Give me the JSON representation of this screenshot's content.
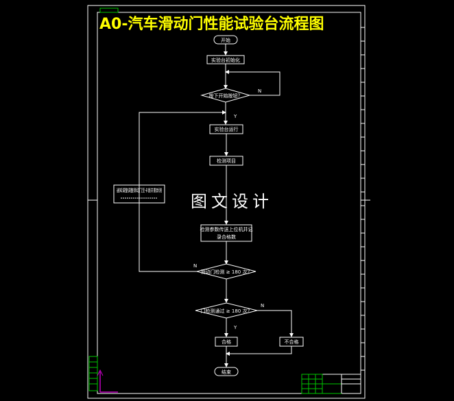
{
  "title": "A0-汽车滑动门性能试验台流程图",
  "watermark": "图文设计",
  "nodes": {
    "start": "开始",
    "init": "实验台初始化",
    "decision1": "按下开始按钮？",
    "run": "实验台运行",
    "test_items": "检测项目",
    "side_box": "通知调整调整滑动门至卡锁并重新测",
    "process_box_line1": "检测参数传送上位机并记",
    "process_box_line2": "录合格数",
    "decision2": "滑动门检测 ≥ 180 次？",
    "decision3": "门检测通过 ≥ 180 次？",
    "pass": "合格",
    "fail": "不合格",
    "end": "结束"
  },
  "branch_labels": {
    "d1_no": "N",
    "d1_yes": "Y",
    "d2_no": "N",
    "d3_no": "N",
    "d3_yes": "Y"
  }
}
